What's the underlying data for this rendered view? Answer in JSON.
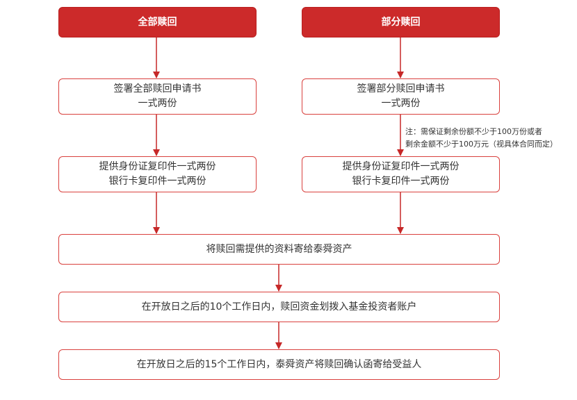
{
  "left_column": {
    "title": "全部赎回",
    "step1": [
      "签署全部赎回申请书",
      "一式两份"
    ],
    "step2": [
      "提供身份证复印件一式两份",
      "银行卡复印件一式两份"
    ]
  },
  "right_column": {
    "title": "部分赎回",
    "step1": [
      "签署部分赎回申请书",
      "一式两份"
    ],
    "note": [
      "注：需保证剩余份额不少于100万份或者",
      "剩余金额不少于100万元（视具体合同而定）"
    ],
    "step2": [
      "提供身份证复印件一式两份",
      "银行卡复印件一式两份"
    ]
  },
  "shared_steps": [
    "将赎回需提供的资料寄给泰舜资产",
    "在开放日之后的10个工作日内，赎回资金划拨入基金投资者账户",
    "在开放日之后的15个工作日内，泰舜资产将赎回确认函寄给受益人"
  ],
  "colors": {
    "accent": "#cc2a2a",
    "border": "#d9403d",
    "text": "#333333"
  }
}
